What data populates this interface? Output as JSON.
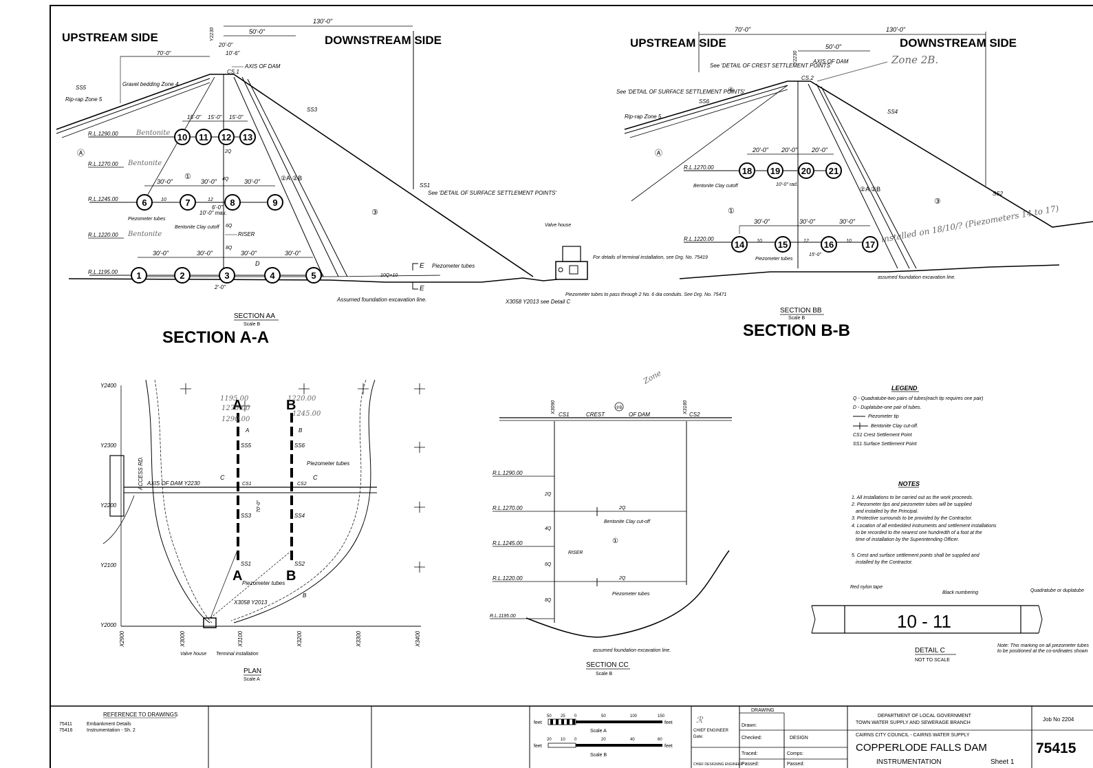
{
  "headings": {
    "upstream_a": "UPSTREAM SIDE",
    "downstream_a": "DOWNSTREAM SIDE",
    "upstream_b": "UPSTREAM SIDE",
    "downstream_b": "DOWNSTREAM SIDE",
    "section_aa_big": "SECTION A-A",
    "section_bb_big": "SECTION B-B",
    "section_aa": "SECTION AA",
    "section_bb": "SECTION BB",
    "section_cc": "SECTION CC",
    "plan": "PLAN",
    "scale_a": "Scale A",
    "scale_b": "Scale B"
  },
  "section_a": {
    "dims": [
      "130'-0\"",
      "50'-0\"",
      "20'-0\"",
      "10'-6\"",
      "70'-0\"",
      "15'-0\"",
      "15'-0\"",
      "15'-0\"",
      "30'-0\"",
      "30'-0\"",
      "30'-0\"",
      "30'-0\"",
      "30'-0\"",
      "30'-0\"",
      "30'-0\"",
      "2'-0\"",
      "6'-0\"",
      "10'-0\" max."
    ],
    "levels": [
      "R.L.1290.00",
      "R.L.1270.00",
      "R.L.1245.00",
      "R.L.1220.00",
      "R.L.1195.00"
    ],
    "piezometers_row1": [
      "10",
      "11",
      "12",
      "13"
    ],
    "piezometers_row2": [
      "6",
      "7",
      "8",
      "9"
    ],
    "piezometers_row3": [
      "1",
      "2",
      "3",
      "4",
      "5"
    ],
    "labels": {
      "axis": "AXIS OF DAM",
      "cs": "CS.1",
      "y": "Y2230",
      "ss5": "SS5",
      "riprap": "Rip-rap Zone 5",
      "gravel": "Gravel bedding Zone 4",
      "ss3": "SS3",
      "ss1": "SS1",
      "ss1_note": "See 'DETAIL OF SURFACE SETTLEMENT POINTS'",
      "piezo_tubes": "Piezometer tubes",
      "clay": "Bentonite Clay cutoff",
      "riser": "RISER",
      "q2": "2Q",
      "q4": "4Q",
      "q6": "6Q",
      "q8": "8Q",
      "zone_a": "Ⓐ",
      "zone_1": "①",
      "zone_2a": "②A",
      "zone_2b": "②B",
      "zone_3": "③",
      "e": "E",
      "d": "D",
      "tubes_e": "Piezometer tubes",
      "assumed": "Assumed foundation excavation line.",
      "coords": "X3058 Y2013 see Detail C",
      "valve": "Valve house",
      "terminal": "For details of terminal installation, see Drg. No. 75419",
      "conduits": "Piezometer tubes to pass through 2 No. 6 dia conduits. See Drg. No. 75471",
      "ten": "10",
      "twelve": "12",
      "dq": "10Q+10",
      "hand1": "Bentonite",
      "hand2": "Bentonite",
      "hand3": "Bentonite"
    }
  },
  "section_b": {
    "dims": [
      "70'-0\"",
      "130'-0\"",
      "50'-0\"",
      "20'-0\"",
      "20'-0\"",
      "20'-0\"",
      "30'-0\"",
      "30'-0\"",
      "30'-0\"",
      "10'-0\" rad.",
      "15'-0\""
    ],
    "levels": [
      "R.L.1270.00",
      "R.L.1220.00"
    ],
    "piezometers_row1": [
      "18",
      "19",
      "20",
      "21"
    ],
    "piezometers_row2": [
      "14",
      "15",
      "16",
      "17"
    ],
    "labels": {
      "crest_note": "See 'DETAIL OF CREST SETTLEMENT POINTS'",
      "surface_note": "See 'DETAIL OF SURFACE SETTLEMENT POINTS'",
      "axis": "AXIS OF DAM",
      "cs": "CS.2",
      "y": "Y2230",
      "ss6": "SS6",
      "ss4": "SS4",
      "ss2": "SS2",
      "riprap": "Rip-rap Zone 5",
      "clay": "Bentonite Clay cutoff",
      "piezo_tubes": "Piezometer tubes",
      "assumed": "assumed foundation excavation line.",
      "zone2b": "Zone 2B.",
      "installed": "installed on 18/10/? (Piezometers 14 to 17)",
      "zone_a": "Ⓐ",
      "zone_1": "①",
      "zone_2a": "②A",
      "zone_2b": "②B",
      "zone_3": "③",
      "zone_4": "④",
      "ten": "10",
      "twelve": "12"
    }
  },
  "plan": {
    "grid_y": [
      "Y2400",
      "Y2300",
      "Y2200",
      "Y2100",
      "Y2000"
    ],
    "grid_x": [
      "X2900",
      "X3000",
      "X3100",
      "X3200",
      "X3300",
      "X3400"
    ],
    "labels": {
      "a_top": "A",
      "b_top": "B",
      "a_bot": "A",
      "b_bot": "B",
      "a_arrow": "A",
      "b_arrow": "B",
      "b_arrow2": "B",
      "access": "ACCESS RD.",
      "axis": "AXIS OF DAM Y2230",
      "c1": "C",
      "c2": "C",
      "cs1": "CS1",
      "cs2": "CS2",
      "ss5": "SS5",
      "ss6": "SS6",
      "ss3": "SS3",
      "ss4": "SS4",
      "ss1": "SS1",
      "ss2": "SS2",
      "piezo": "Piezometer tubes",
      "piezo2": "Piezometer tubes",
      "coords": "X3058 Y2013",
      "valve": "Valve house",
      "terminal": "Terminal installation",
      "dim": "70'-0\"",
      "h1": "1195.00",
      "h2": "1220.00",
      "h3": "1245.00",
      "h4": "1270.00",
      "h5": "1290.00"
    }
  },
  "section_c": {
    "levels": [
      "R.L.1290.00",
      "R.L.1270.00",
      "R.L.1245.00",
      "R.L.1220.00",
      "R.L.1195.00"
    ],
    "labels": {
      "x1": "X3090",
      "x2": "X3180",
      "cs1": "CS1",
      "cs2": "CS2",
      "crest": "CREST",
      "of_dam": "OF DAM",
      "zone2b": "②B",
      "zone_hand": "Zone",
      "q2a": "2Q",
      "q4": "4Q",
      "q6": "6Q",
      "q8": "8Q",
      "q2b": "2Q",
      "q2c": "2Q",
      "clay": "Bentonite Clay cut-off",
      "riser": "RISER",
      "zone1": "①",
      "piezo": "Piezometer tubes",
      "assumed": "assumed foundation excavation line."
    }
  },
  "legend": {
    "title": "LEGEND",
    "items": [
      "Q - Quadratube-two pairs of tubes(each tip requires one pair)",
      "D - Duplatube-one pair of tubes.",
      "Piezometer tip",
      "Bentonite Clay cut-off.",
      "CS1 Crest Settlement Point",
      "SS1 Surface Settlement Point"
    ]
  },
  "notes": {
    "title": "NOTES",
    "items": [
      "1. All installations to be carried out as the work proceeds.",
      "2. Piezometer tips and piezometer tubes will be supplied",
      "and installed by the Principal.",
      "3. Protective surrounds to be provided by the Contractor.",
      "4. Location of all embedded instruments and settlement installations",
      "to be recorded to the nearest one hundredth of a foot at the",
      "time of installation by the Superintending Officer.",
      "5. Crest and surface settlement points shall be supplied and",
      "installed by the Contractor."
    ]
  },
  "detail_c": {
    "label_nylon": "Red nylon tape",
    "label_numbering": "Black numbering",
    "label_tube": "Quadratube or duplatube",
    "marking": "10 - 11",
    "title": "DETAIL C",
    "subtitle": "NOT TO SCALE",
    "note": "Note: This marking on all piezometer tubes to be positioned at the co-ordinates shown"
  },
  "title_block": {
    "ref_title": "REFERENCE TO DRAWINGS",
    "refs": [
      {
        "no": "75411",
        "desc": "Embankment Details"
      },
      {
        "no": "75416",
        "desc": "Instrumentation - Sh. 2"
      }
    ],
    "scale_a_label": "Scale A",
    "scale_b_label": "Scale B",
    "scale_a_ticks": [
      "50",
      "25",
      "0",
      "50",
      "100",
      "150"
    ],
    "scale_b_ticks": [
      "20",
      "10",
      "0",
      "20",
      "40",
      "60"
    ],
    "feet": "feet",
    "chief_engineer": "CHIEF ENGINEER",
    "date": "Date:",
    "chief_designing": "CHIEF DESIGNING ENGINEER",
    "drawing": "DRAWING",
    "drawn": "Drawn:",
    "checked": "Checked:",
    "traced": "Traced:",
    "passed": "Passed:",
    "design": "DESIGN",
    "comps": "Comps:",
    "passed2": "Passed:",
    "dept1": "DEPARTMENT OF LOCAL GOVERNMENT",
    "dept2": "TOWN WATER SUPPLY AND SEWERAGE BRANCH",
    "council": "CAIRNS CITY COUNCIL - CAIRNS WATER SUPPLY",
    "project": "COPPERLODE FALLS DAM",
    "subject": "INSTRUMENTATION",
    "sheet": "Sheet 1",
    "job": "Job No 2204",
    "drawing_no": "75415"
  }
}
